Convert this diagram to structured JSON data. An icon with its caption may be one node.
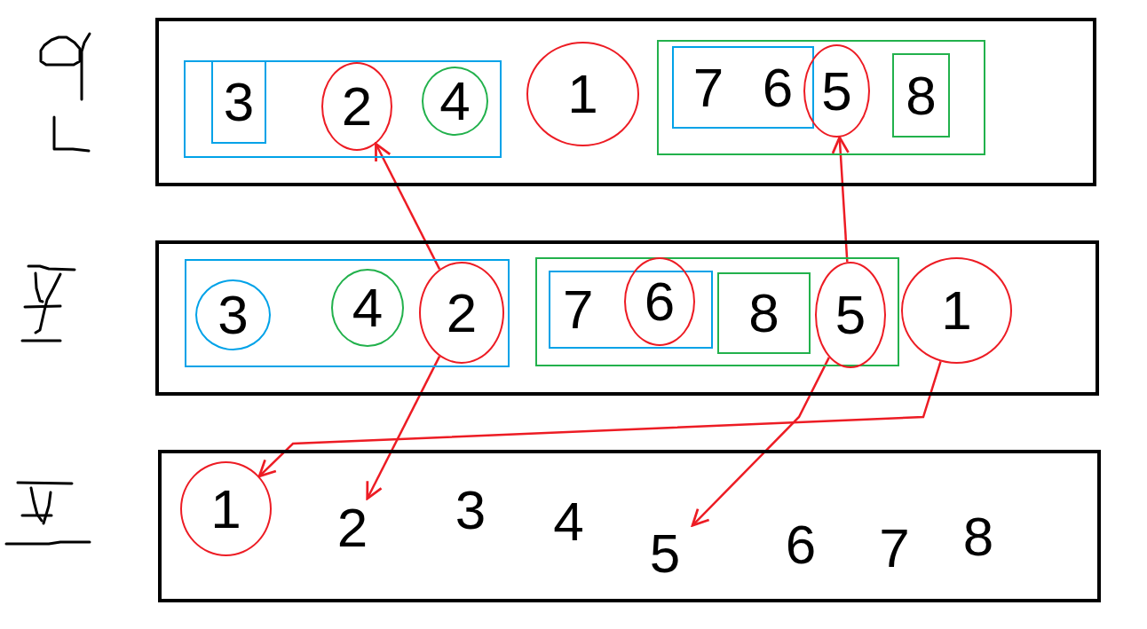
{
  "diagram": {
    "nodes": [
      {
        "text": [],
        "shape": "box"
      },
      {
        "text": [],
        "shape": "box",
        "in": 0
      },
      {
        "text": [
          "3"
        ],
        "in": 1
      },
      {
        "text": [
          "2"
        ],
        "in": 1
      },
      {
        "text": [
          "4"
        ],
        "in": 1
      },
      {
        "text": [
          "1"
        ],
        "in": 0
      },
      {
        "text": [],
        "shape": "box",
        "in": 0
      },
      {
        "text": [
          "7",
          "6"
        ],
        "in": 6
      },
      {
        "text": [
          "5"
        ],
        "in": 6
      },
      {
        "text": [
          "8"
        ],
        "in": 6
      },
      {
        "text": [],
        "shape": "box"
      },
      {
        "text": [],
        "shape": "box",
        "in": 10
      },
      {
        "text": [
          "3"
        ],
        "in": 11
      },
      {
        "text": [
          "4"
        ],
        "in": 11
      },
      {
        "text": [
          "2"
        ],
        "in": 11
      },
      {
        "text": [],
        "shape": "box",
        "in": 10
      },
      {
        "text": [
          "7"
        ],
        "in": 15
      },
      {
        "text": [
          "6"
        ],
        "in": 15
      },
      {
        "text": [
          "8"
        ],
        "in": 15
      },
      {
        "text": [
          "5"
        ],
        "in": 15
      },
      {
        "text": [
          "1"
        ],
        "in": 10
      },
      {
        "text": [],
        "shape": "box"
      },
      {
        "text": [
          "1"
        ],
        "in": 21
      },
      {
        "text": [
          "2"
        ],
        "in": 21
      },
      {
        "text": [
          "3"
        ],
        "in": 21
      },
      {
        "text": [
          "4"
        ],
        "in": 21
      },
      {
        "text": [
          "5"
        ],
        "in": 21
      },
      {
        "text": [
          "6"
        ],
        "in": 21
      },
      {
        "text": [
          "7"
        ],
        "in": 21
      },
      {
        "text": [
          "8"
        ],
        "in": 21
      }
    ],
    "edges": [
      {
        "from": 14,
        "to": 3,
        "arrow": "to"
      },
      {
        "from": 19,
        "to": 8,
        "arrow": "to"
      },
      {
        "from": 14,
        "to": 23,
        "arrow": "to"
      },
      {
        "from": 20,
        "to": 22,
        "arrow": "to"
      },
      {
        "from": 19,
        "to": 26,
        "arrow": "to"
      }
    ]
  }
}
